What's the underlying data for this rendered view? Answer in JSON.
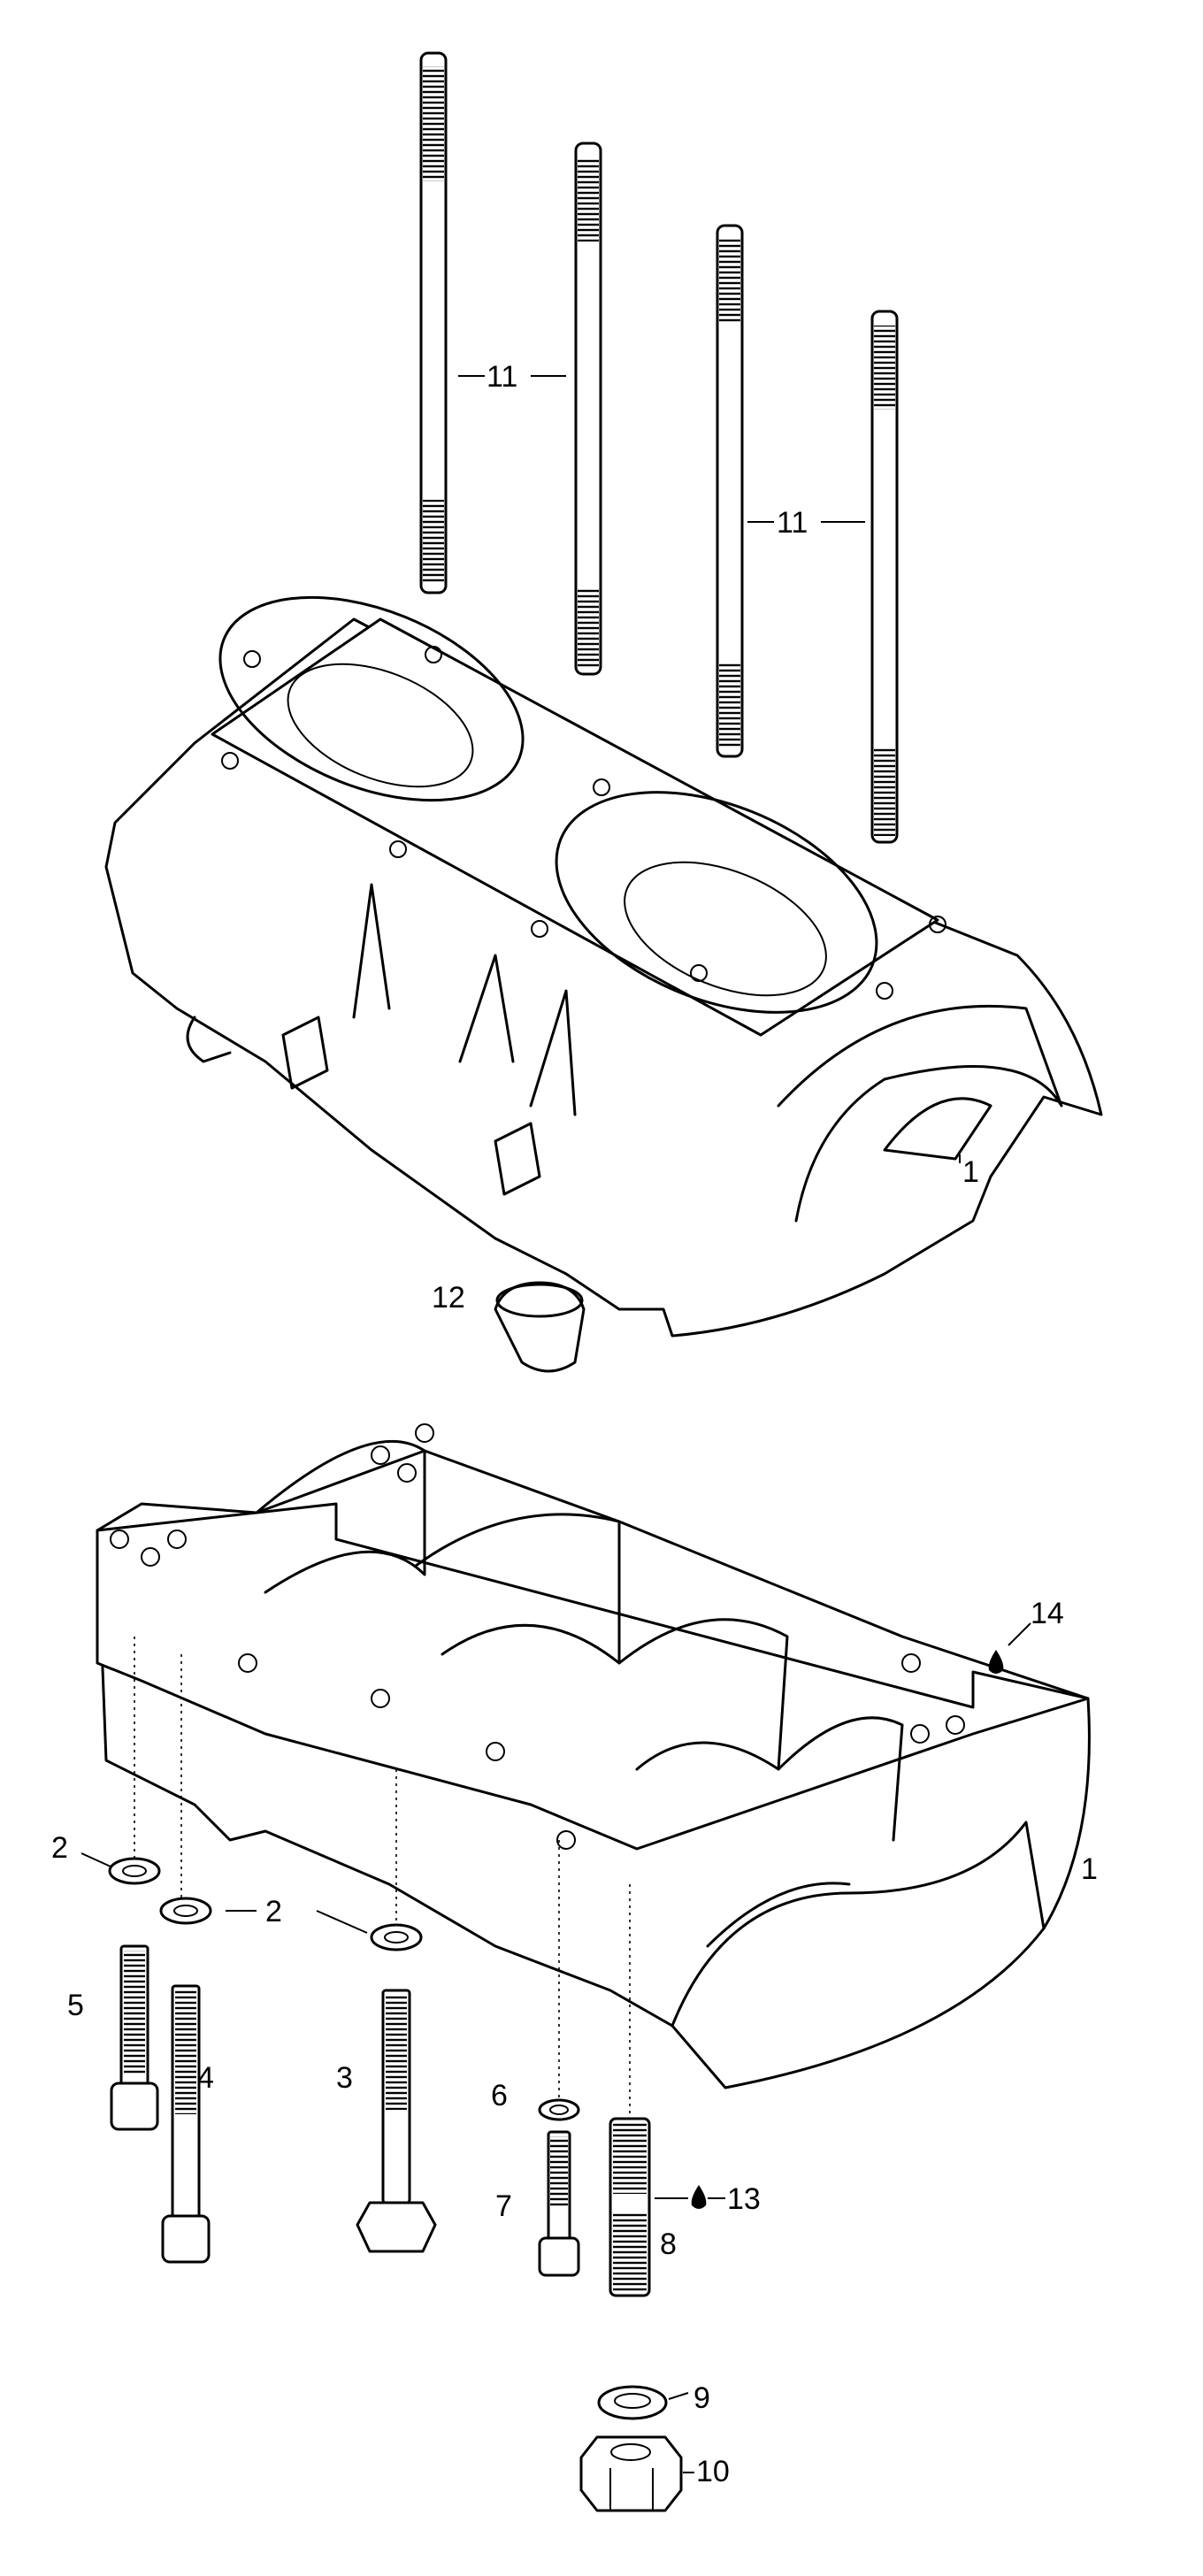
{
  "callouts": {
    "c11a": "11",
    "c11b": "11",
    "c1a": "1",
    "c12": "12",
    "c14": "14",
    "c1b": "1",
    "c2a": "2",
    "c2b": "2",
    "c5": "5",
    "c4": "4",
    "c3": "3",
    "c6": "6",
    "c7": "7",
    "c13": "13",
    "c8": "8",
    "c9": "9",
    "c10": "10"
  },
  "icons": {
    "sealant": "droplet-icon"
  }
}
